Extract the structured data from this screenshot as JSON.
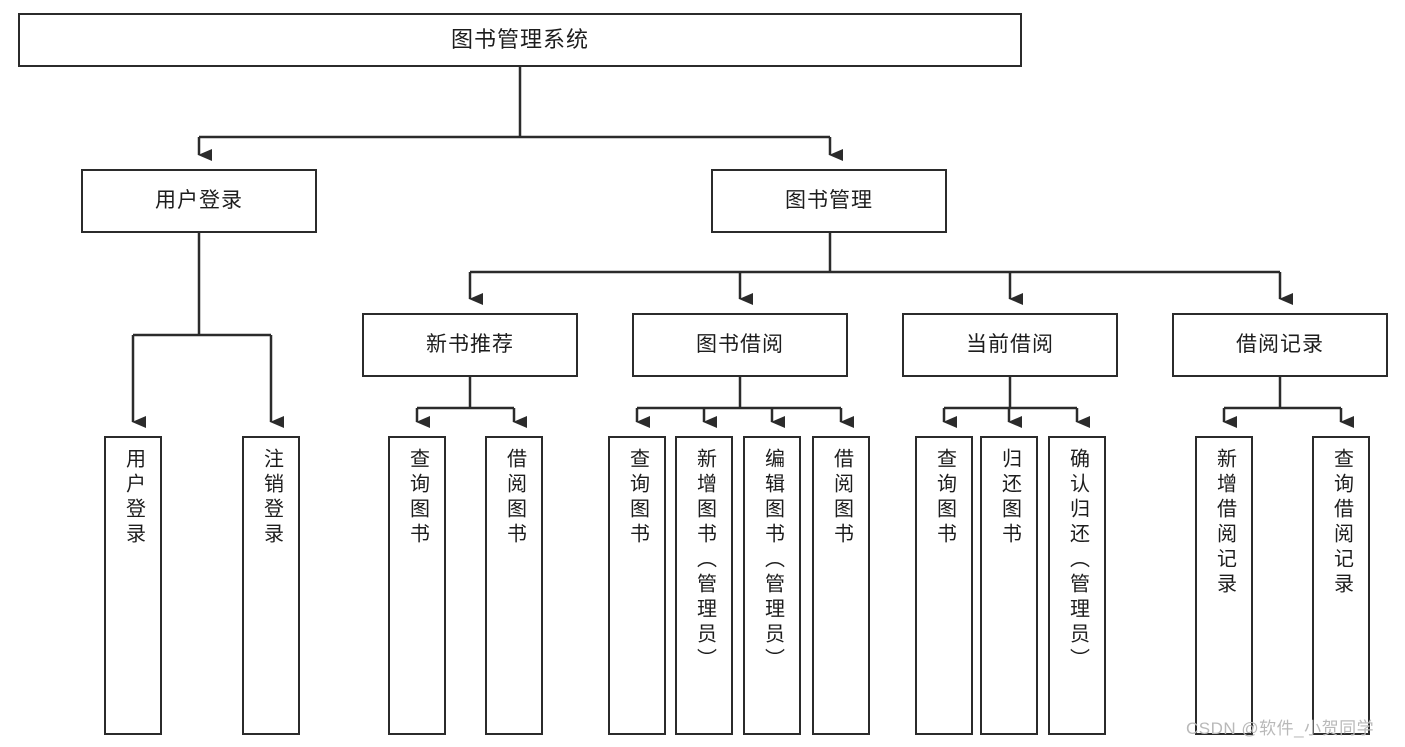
{
  "diagram": {
    "title": "图书管理系统",
    "type": "functional-structure-tree",
    "root": {
      "label": "图书管理系统"
    },
    "level2": [
      {
        "id": "user-login",
        "label": "用户登录"
      },
      {
        "id": "book-manage",
        "label": "图书管理"
      }
    ],
    "level3": [
      {
        "id": "new-book-recommend",
        "label": "新书推荐",
        "parent": "book-manage"
      },
      {
        "id": "book-borrow",
        "label": "图书借阅",
        "parent": "book-manage"
      },
      {
        "id": "current-borrow",
        "label": "当前借阅",
        "parent": "book-manage"
      },
      {
        "id": "borrow-record",
        "label": "借阅记录",
        "parent": "book-manage"
      }
    ],
    "leaves": [
      {
        "id": "leaf-user-login",
        "label": "用户登录",
        "parent": "user-login"
      },
      {
        "id": "leaf-logout-login",
        "label": "注销登录",
        "parent": "user-login"
      },
      {
        "id": "leaf-query-book-1",
        "label": "查询图书",
        "parent": "new-book-recommend"
      },
      {
        "id": "leaf-borrow-book-1",
        "label": "借阅图书",
        "parent": "new-book-recommend"
      },
      {
        "id": "leaf-query-book-2",
        "label": "查询图书",
        "parent": "book-borrow"
      },
      {
        "id": "leaf-add-book",
        "label": "新增图书（管理员）",
        "parent": "book-borrow"
      },
      {
        "id": "leaf-edit-book",
        "label": "编辑图书（管理员）",
        "parent": "book-borrow"
      },
      {
        "id": "leaf-borrow-book-2",
        "label": "借阅图书",
        "parent": "book-borrow"
      },
      {
        "id": "leaf-query-book-3",
        "label": "查询图书",
        "parent": "current-borrow"
      },
      {
        "id": "leaf-return-book",
        "label": "归还图书",
        "parent": "current-borrow"
      },
      {
        "id": "leaf-confirm-return",
        "label": "确认归还（管理员）",
        "parent": "current-borrow"
      },
      {
        "id": "leaf-add-record",
        "label": "新增借阅记录",
        "parent": "borrow-record"
      },
      {
        "id": "leaf-query-record",
        "label": "查询借阅记录",
        "parent": "borrow-record"
      }
    ],
    "colors": {
      "stroke": "#2b2b2b",
      "fill": "#ffffff",
      "text": "#1d1d1d",
      "watermark": "#b9b9b9"
    }
  },
  "watermark": {
    "text": "CSDN @软件_小贺同学"
  }
}
